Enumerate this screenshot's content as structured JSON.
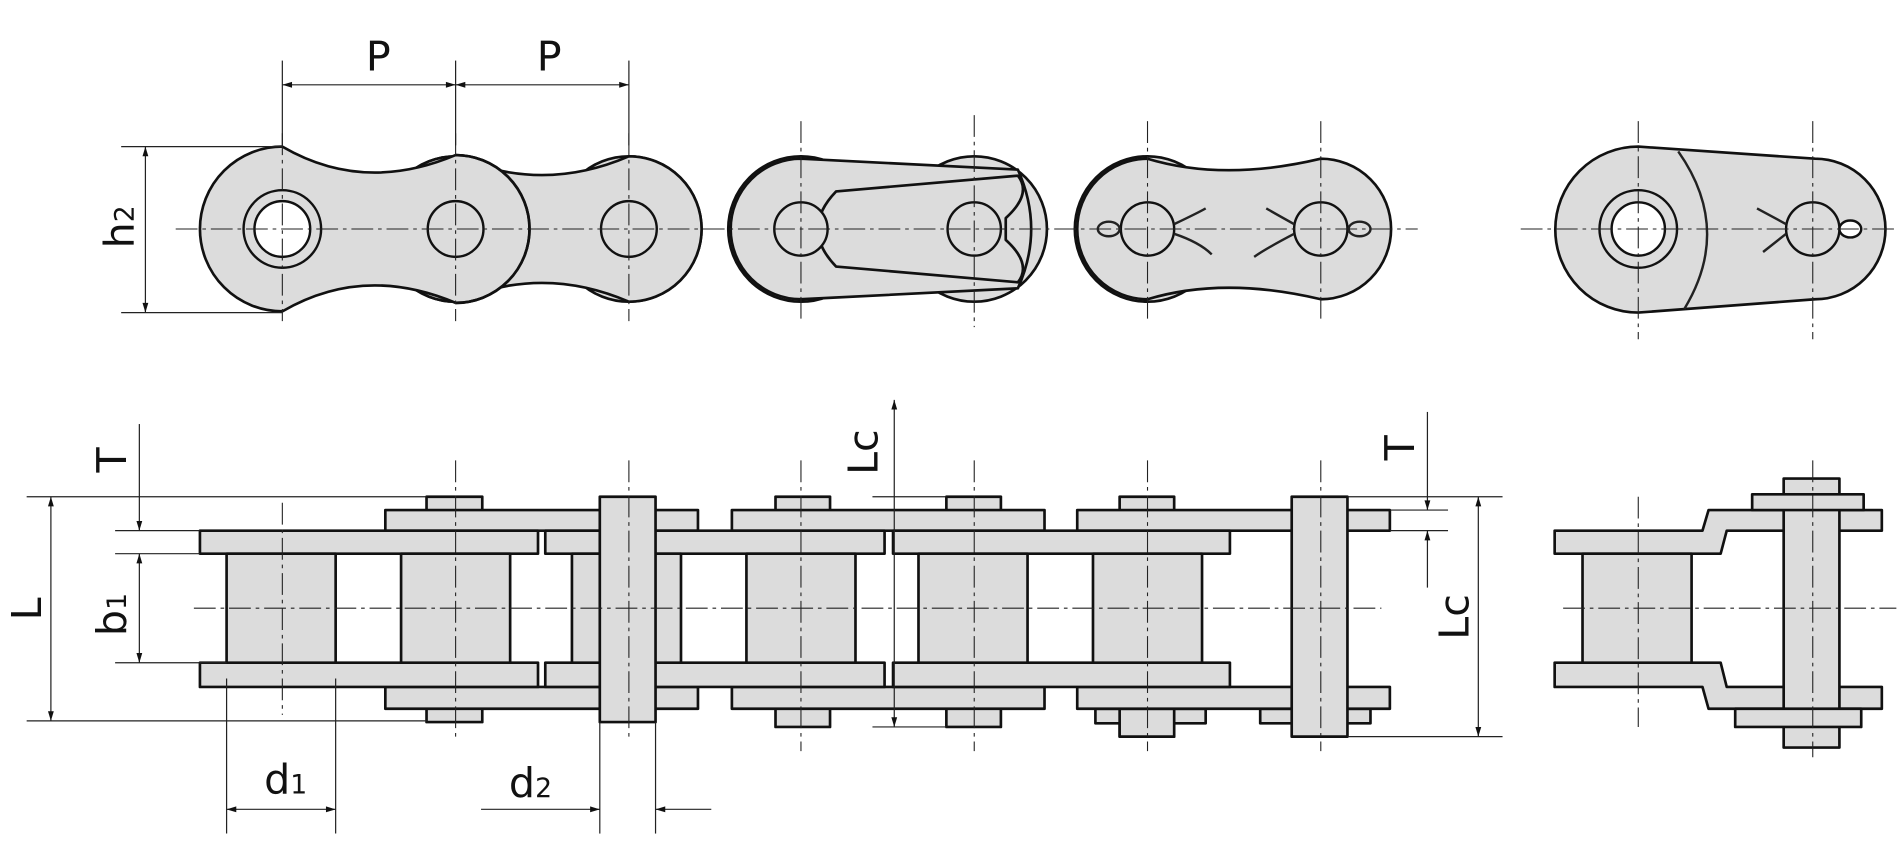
{
  "title": "Roller chain dimension drawing",
  "labels": {
    "pitch_1": "P",
    "pitch_2": "P",
    "plate_height": "h2",
    "plate_height_main": "h",
    "plate_height_sub": "2",
    "plate_thickness_left": "T",
    "overall_width": "L",
    "inner_width_main": "b",
    "inner_width_sub": "1",
    "roller_dia_main": "d",
    "roller_dia_sub": "1",
    "pin_dia_main": "d",
    "pin_dia_sub": "2",
    "connecting_width_top": "Lc",
    "plate_thickness_right": "T",
    "connecting_width_right": "Lc"
  },
  "colors": {
    "fill": "#dcdcdc",
    "line": "#111111"
  }
}
